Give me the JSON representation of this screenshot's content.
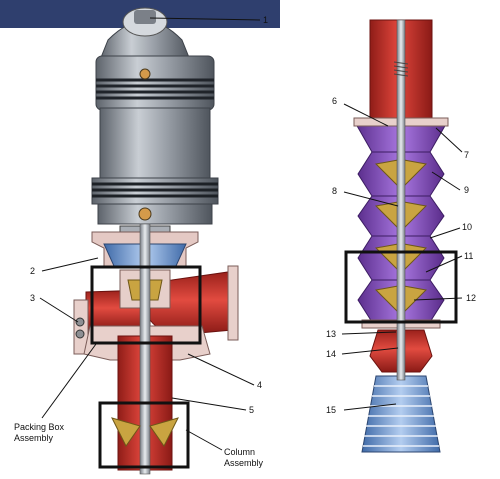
{
  "callouts": {
    "c1": "1",
    "c2": "2",
    "c3": "3",
    "c4": "4",
    "c5": "5",
    "c6": "6",
    "c7": "7",
    "c8": "8",
    "c9": "9",
    "c10": "10",
    "c11": "11",
    "c12": "12",
    "c13": "13",
    "c14": "14",
    "c15": "15"
  },
  "labels": {
    "packing_line1": "Packing Box",
    "packing_line2": "Assembly",
    "column_line1": "Column",
    "column_line2": "Assembly"
  },
  "colors": {
    "motor_body": "#8e949c",
    "pipe_red": "#c8302a",
    "bowl_purple": "#8a4fc0",
    "impeller_gold": "#c9a441",
    "strainer_blue": "#6a92c8",
    "header_navy": "#2f3f6e",
    "callout_box": "#111111"
  },
  "icons": {
    "motor": "electric-motor-icon",
    "strainer": "suction-strainer-icon"
  }
}
